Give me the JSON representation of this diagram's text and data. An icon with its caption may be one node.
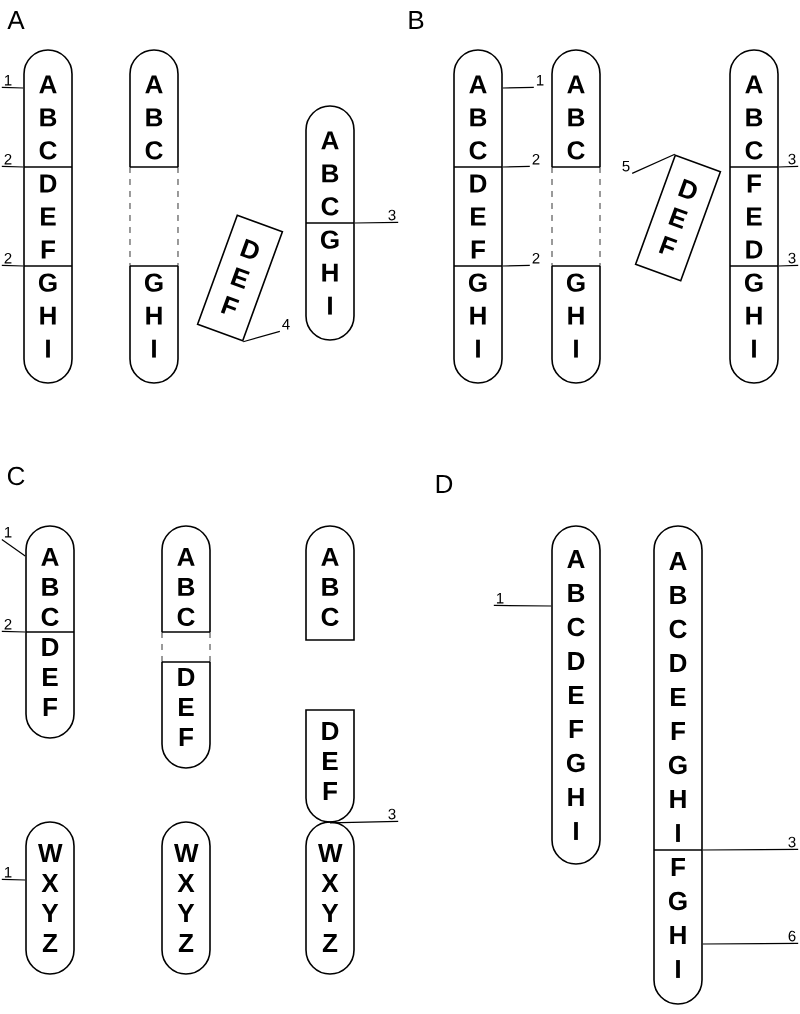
{
  "diagram": {
    "nodes": [
      {
        "text": [
          "A B C",
          "D E F",
          "G H I"
        ]
      },
      {
        "text": [
          "A B C",
          "G H I"
        ]
      },
      {
        "text": [
          "D E F"
        ]
      },
      {
        "text": [
          "A B C",
          "G H I"
        ]
      },
      {
        "text": [
          "A B C",
          "D E F",
          "G H I"
        ]
      },
      {
        "text": [
          "A B C",
          "G H I"
        ]
      },
      {
        "text": [
          "D E F"
        ]
      },
      {
        "text": [
          "A B C",
          "F E D",
          "G H I"
        ]
      },
      {
        "text": [
          "A B C",
          "D E F"
        ]
      },
      {
        "text": [
          "A B C",
          "D E F"
        ]
      },
      {
        "text": [
          "A B C"
        ]
      },
      {
        "text": [
          "D E F"
        ]
      },
      {
        "text": [
          "W X Y Z"
        ]
      },
      {
        "text": [
          "W X Y Z"
        ]
      },
      {
        "text": [
          "W X Y Z"
        ]
      },
      {
        "text": [
          "A B C D E F G H I"
        ]
      },
      {
        "text": [
          "A B C D E F G H I",
          "F G H I"
        ]
      },
      {
        "text": [
          "1"
        ]
      },
      {
        "text": [
          "2"
        ]
      },
      {
        "text": [
          "2"
        ]
      },
      {
        "text": [
          "3"
        ]
      },
      {
        "text": [
          "4"
        ]
      },
      {
        "text": [
          "1"
        ]
      },
      {
        "text": [
          "2"
        ]
      },
      {
        "text": [
          "2"
        ]
      },
      {
        "text": [
          "5"
        ]
      },
      {
        "text": [
          "3"
        ]
      },
      {
        "text": [
          "3"
        ]
      },
      {
        "text": [
          "1"
        ]
      },
      {
        "text": [
          "2"
        ]
      },
      {
        "text": [
          "3"
        ]
      },
      {
        "text": [
          "1"
        ]
      },
      {
        "text": [
          "1"
        ]
      },
      {
        "text": [
          "3"
        ]
      },
      {
        "text": [
          "6"
        ]
      }
    ],
    "edges": [
      {
        "from": 17,
        "to": 0,
        "arrow": "none"
      },
      {
        "from": 18,
        "to": 0,
        "arrow": "none"
      },
      {
        "from": 19,
        "to": 0,
        "arrow": "none"
      },
      {
        "from": 20,
        "to": 3,
        "arrow": "none"
      },
      {
        "from": 21,
        "to": 2,
        "arrow": "none"
      },
      {
        "from": 22,
        "to": 4,
        "arrow": "none"
      },
      {
        "from": 23,
        "to": 4,
        "arrow": "none"
      },
      {
        "from": 24,
        "to": 4,
        "arrow": "none"
      },
      {
        "from": 25,
        "to": 6,
        "arrow": "none"
      },
      {
        "from": 26,
        "to": 7,
        "arrow": "none"
      },
      {
        "from": 27,
        "to": 7,
        "arrow": "none"
      },
      {
        "from": 28,
        "to": 8,
        "arrow": "none"
      },
      {
        "from": 29,
        "to": 8,
        "arrow": "none"
      },
      {
        "from": 30,
        "to": 11,
        "arrow": "none"
      },
      {
        "from": 31,
        "to": 12,
        "arrow": "none"
      },
      {
        "from": 32,
        "to": 15,
        "arrow": "none"
      },
      {
        "from": 33,
        "to": 16,
        "arrow": "none"
      },
      {
        "from": 34,
        "to": 16,
        "arrow": "none"
      }
    ],
    "labels": [
      "A",
      "B",
      "C",
      "D"
    ]
  }
}
